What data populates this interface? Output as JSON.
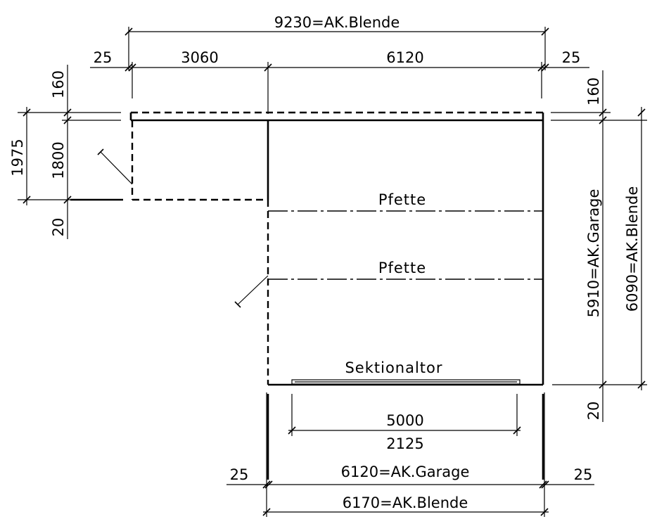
{
  "dimensions": {
    "top_total": "9230=AK.Blende",
    "top_left_overhang": "25",
    "top_segment_left": "3060",
    "top_segment_right": "6120",
    "top_right_overhang": "25",
    "left_top_160": "160",
    "left_total_1975": "1975",
    "left_1800": "1800",
    "left_20": "20",
    "right_top_160": "160",
    "right_garage": "5910=AK.Garage",
    "right_blende": "6090=AK.Blende",
    "right_20": "20",
    "door_width": "5000",
    "door_opening": "2125",
    "bottom_left_overhang": "25",
    "bottom_garage": "6120=AK.Garage",
    "bottom_right_overhang": "25",
    "bottom_blende": "6170=AK.Blende"
  },
  "labels": {
    "purlin_1": "Pfette",
    "purlin_2": "Pfette",
    "door": "Sektionaltor"
  }
}
